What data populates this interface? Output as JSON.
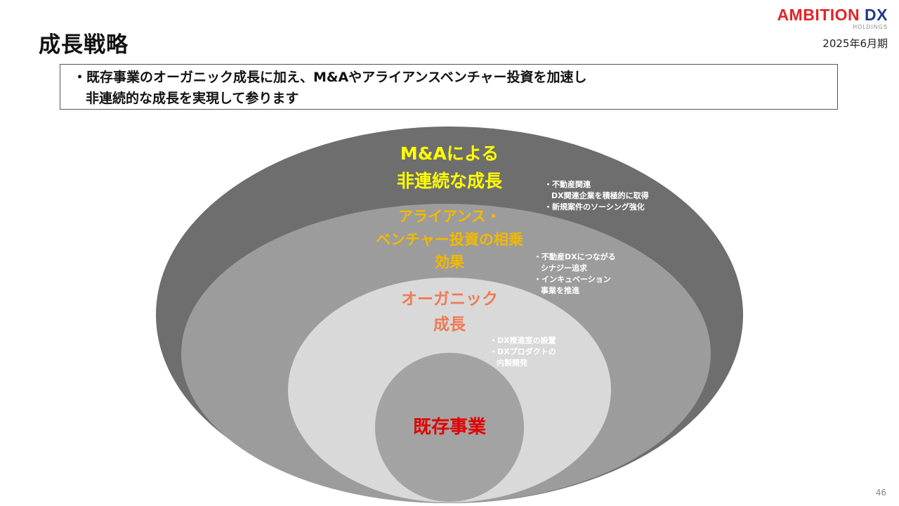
{
  "header": {
    "title": "成長戦略",
    "logo_ambition": "AMBITION",
    "logo_dx": "DX",
    "logo_sub": "HOLDINGS",
    "period": "2025年6月期"
  },
  "summary": {
    "line1": "・既存事業のオーガニック成長に加え、M&Aやアライアンスベンチャー投資を加速し",
    "line2": "非連続的な成長を実現して参ります"
  },
  "layers": {
    "ma": {
      "label_line1": "M&Aによる",
      "label_line2": "非連続な成長",
      "color": "#6e6e6e"
    },
    "alliance": {
      "label_line1": "アライアンス・",
      "label_line2": "ベンチャー投資の相乗",
      "label_line3": "効果",
      "color": "#9c9c9c"
    },
    "organic": {
      "label_line1": "オーガニック",
      "label_line2": "成長",
      "color": "#d9d9d9"
    },
    "existing": {
      "label": "既存事業",
      "color": "#a3a3a3"
    }
  },
  "notes": {
    "ma": [
      "・不動産関連",
      "DX関連企業を積極的に取得",
      "・新規案件のソーシング強化"
    ],
    "alliance": [
      "・不動産DXにつながる",
      "シナジー追求",
      "・インキュベーション",
      "事業を推進"
    ],
    "organic": [
      "・DX推進室の設置",
      "・DXプロダクトの",
      "内製開発"
    ]
  },
  "colors": {
    "ma_label": "#ffff00",
    "alliance_label": "#f2b900",
    "organic_label": "#ef7a55",
    "existing_label": "#e00000"
  },
  "footer": {
    "page_number": "46"
  }
}
